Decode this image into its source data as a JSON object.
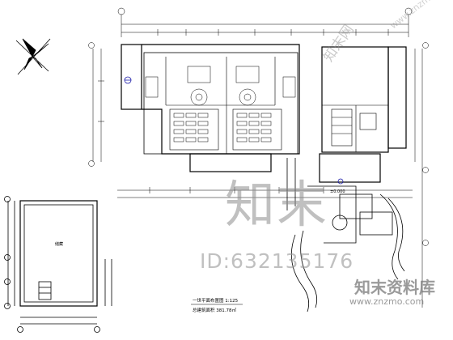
{
  "plan": {
    "title": "一世平面布置图 1:125",
    "area_note": "总建筑面积 381.78㎡",
    "elevation_mark": "±0.000",
    "small_room_label": "储藏"
  },
  "watermarks": {
    "logo_text": "知末",
    "id_text": "ID:632135176",
    "brand": "知末资料库",
    "url": "www.znzmo.com",
    "diagonal_url": "www.znzmo.com",
    "side_text": "知末网"
  },
  "colors": {
    "line": "#000000",
    "accent_blue": "#1a1aa8",
    "watermark": "#8c8c8c"
  }
}
